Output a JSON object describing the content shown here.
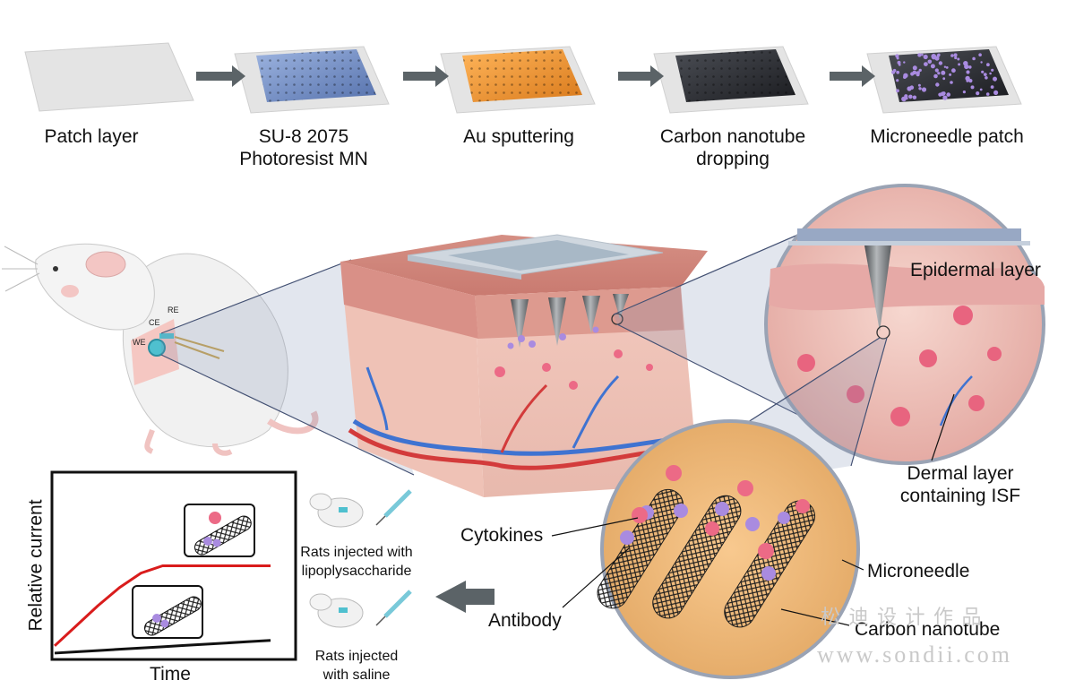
{
  "process_steps": [
    {
      "label": "Patch layer"
    },
    {
      "label": "SU-8 2075",
      "label2": "Photoresist MN"
    },
    {
      "label": "Au sputtering"
    },
    {
      "label": "Carbon nanotube",
      "label2": "dropping"
    },
    {
      "label": "Microneedle patch"
    }
  ],
  "electrodes": {
    "re": "RE",
    "ce": "CE",
    "we": "WE"
  },
  "zoom_labels": {
    "epidermal": "Epidermal layer",
    "dermal_1": "Dermal layer",
    "dermal_2": "containing ISF"
  },
  "molecular_labels": {
    "cytokines": "Cytokines",
    "antibody": "Antibody",
    "microneedle": "Microneedle",
    "carbon_nanotube": "Carbon nanotube"
  },
  "rats": {
    "lps_1": "Rats injected with",
    "lps_2": "lipoplysaccharide",
    "saline_1": "Rats injected",
    "saline_2": "with saline"
  },
  "chart_data": {
    "type": "line",
    "xlabel": "Time",
    "ylabel": "Relative current",
    "x": [
      0,
      1,
      2,
      3,
      4,
      5,
      6,
      7,
      8,
      9,
      10
    ],
    "series": [
      {
        "values": [
          0.06,
          0.17,
          0.28,
          0.38,
          0.46,
          0.5,
          0.5,
          0.5,
          0.5,
          0.5,
          0.5
        ],
        "color": "#d91c1c"
      },
      {
        "values": [
          0.02,
          0.027,
          0.034,
          0.041,
          0.048,
          0.055,
          0.062,
          0.069,
          0.076,
          0.083,
          0.09
        ],
        "color": "#111111"
      }
    ],
    "xlim": [
      0,
      10
    ],
    "ylim": [
      0,
      1
    ],
    "grid": false
  },
  "watermark": {
    "cn": "松 迪 设 计 作 品",
    "url": "www.sondii.com"
  },
  "colors": {
    "arrow": "#5b6367",
    "skin": "#e9b3ad",
    "needle": "#6f7275",
    "patch_blue": "#7d97c9",
    "patch_gold": "#f29a3a",
    "patch_black": "#2b2d31",
    "cytokine": "#ec6a86",
    "antibody": "#a98be0"
  }
}
